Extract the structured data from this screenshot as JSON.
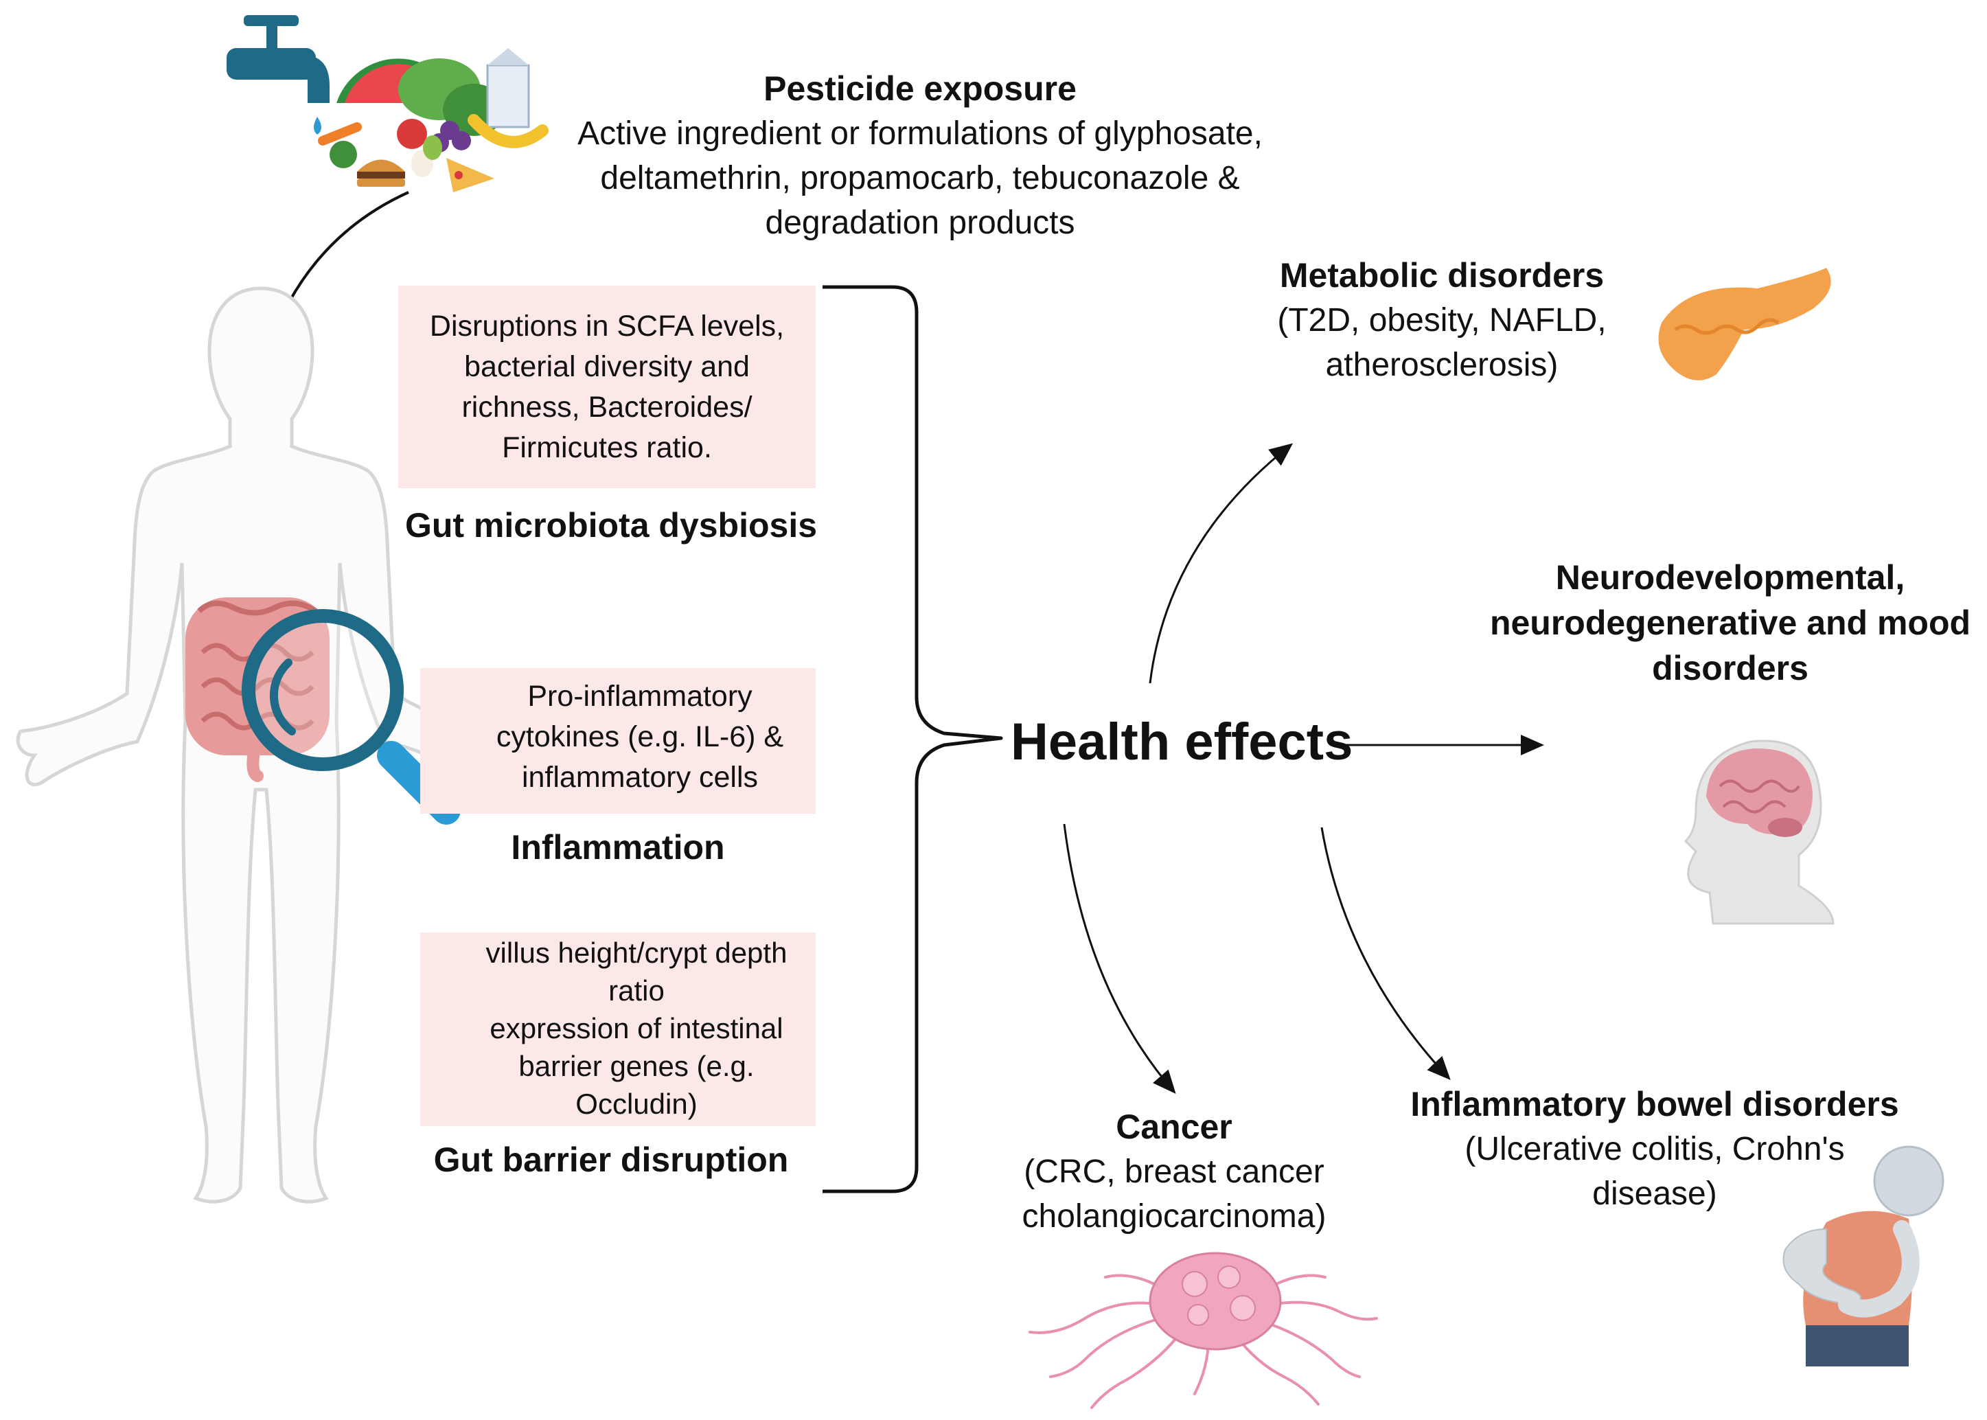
{
  "exposure": {
    "title": "Pesticide exposure",
    "lines": [
      "Active ingredient or formulations of glyphosate,",
      "deltamethrin, propamocarb, tebuconazole &",
      "degradation products"
    ]
  },
  "mechanisms": {
    "dysbiosis": {
      "box_lines": [
        "Disruptions in SCFA levels,",
        "bacterial diversity and",
        "richness, Bacteroides/",
        "Firmicutes ratio."
      ],
      "label": "Gut microbiota dysbiosis"
    },
    "inflammation": {
      "arrow": "↑",
      "box_lines": [
        "Pro-inflammatory",
        "cytokines (e.g. IL-6) &",
        "inflammatory cells"
      ],
      "label": "Inflammation"
    },
    "barrier": {
      "arrow": "↓",
      "box_lines": [
        "villus height/crypt depth",
        "ratio",
        "expression of intestinal",
        "barrier genes (e.g.",
        "Occludin)"
      ],
      "label": "Gut barrier disruption"
    }
  },
  "center": {
    "label": "Health effects"
  },
  "outcomes": {
    "metabolic": {
      "title": "Metabolic disorders",
      "lines": [
        "(T2D, obesity, NAFLD,",
        "atherosclerosis)"
      ]
    },
    "neuro": {
      "title_lines": [
        "Neurodevelopmental,",
        "neurodegenerative and mood",
        "disorders"
      ]
    },
    "ibd": {
      "title": "Inflammatory bowel disorders",
      "lines": [
        "(Ulcerative colitis, Crohn's",
        "disease)"
      ]
    },
    "cancer": {
      "title": "Cancer",
      "lines": [
        "(CRC, breast cancer",
        "cholangiocarcinoma)"
      ]
    }
  },
  "colors": {
    "box_fill": "#fde8e8",
    "magnifier": "#1f6a86",
    "magnifier_handle": "#2b9bd6",
    "intestine": "#e79a9a",
    "pancreas": "#f3a14a",
    "brain": "#e49aa4",
    "tumor": "#f0a6bd"
  }
}
